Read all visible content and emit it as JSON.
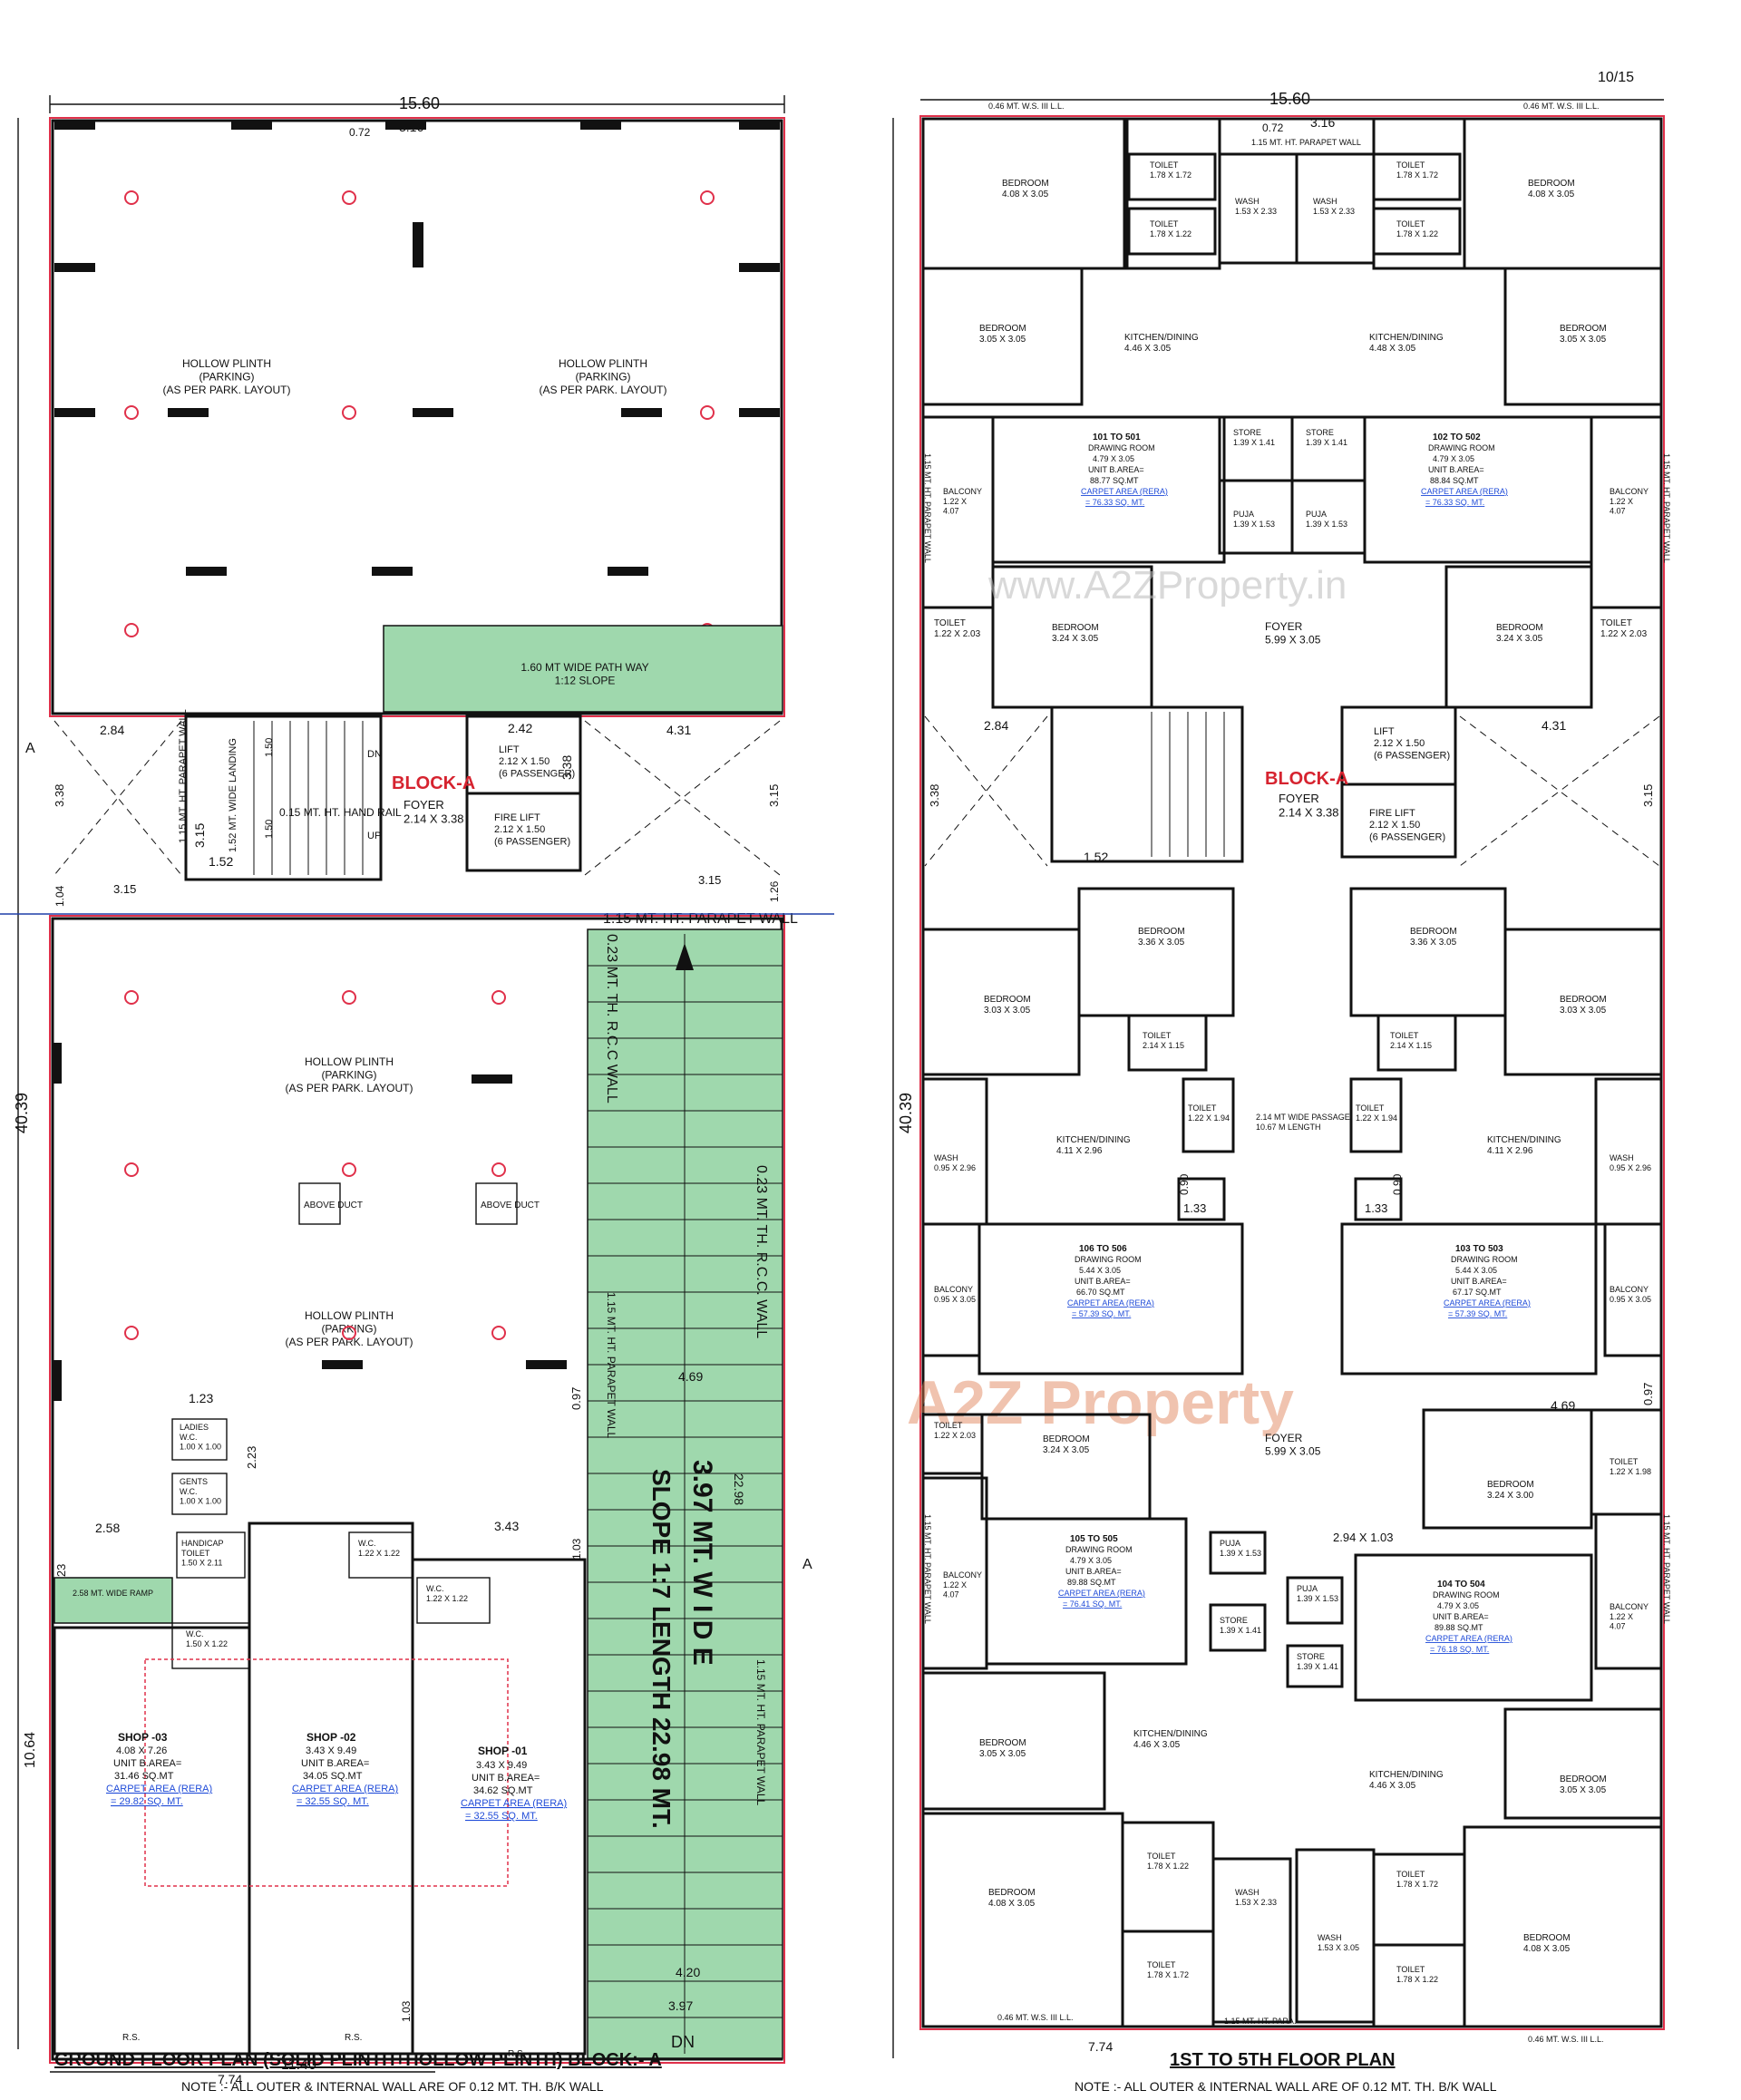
{
  "page_number": "10/15",
  "watermark": {
    "site": "www.A2ZProperty.in",
    "logo": "A2Z Property"
  },
  "left_plan": {
    "title": "GROUND FLOOR PLAN (SOLID PLINTH+HOLLOW PLINTH) BLOCK:- A",
    "note": "NOTE :- ALL OUTER & INTERNAL WALL ARE OF 0.12 MT. TH. B/K WALL",
    "dims": {
      "top_width": "15.60",
      "height": "40.39",
      "bottom_width": "11.40",
      "shop_depth": "10.64",
      "d316": "3.16",
      "d072": "0.72",
      "d284": "2.84",
      "d431": "4.31",
      "d338": "3.38",
      "d315a": "3.15",
      "d315b": "3.15",
      "d315c": "3.15",
      "d315d": "3.15",
      "d152": "1.52",
      "d104": "1.04",
      "d126": "1.26",
      "d242": "2.42",
      "d338b": "3.38",
      "d150a": "1.50",
      "d150b": "1.50",
      "d123": "1.23",
      "d223a": "2.23",
      "d223b": "2.23",
      "d258": "2.58",
      "d343": "3.43",
      "d103a": "1.03",
      "d103b": "1.03",
      "d469": "4.69",
      "d097": "0.97",
      "d2298": "22.98",
      "d420": "4.20",
      "d397": "3.97",
      "d774": "7.74"
    },
    "parking_label": "HOLLOW PLINTH\n(PARKING)\n(AS PER PARK. LAYOUT)",
    "pathway": "1.60 MT WIDE PATH WAY\n1:12 SLOPE",
    "block": "BLOCK-A",
    "foyer": "FOYER\n2.14 X 3.38",
    "lift": "LIFT\n2.12 X 1.50\n(6 PASSENGER)",
    "fire_lift": "FIRE LIFT\n2.12 X 1.50\n(6 PASSENGER)",
    "landing": "1.52 MT. WIDE LANDING",
    "hand_rail": "0.15 MT. HT. HAND RAIL",
    "parapet": "1.15 MT. HT. PARAPET WALL",
    "parapet_short": "1.15 MT. HT. PARAPET WALL",
    "rcc_wall": "0.23 MT. TH. R.C.C WALL",
    "rcc_wall2": "0.23 MT. TH. R.C.C. WALL",
    "above_duct": "ABOVE DUCT",
    "ramp1": "3.97 MT. W I D E",
    "ramp2": "SLOPE 1:7 LENGTH 22.98 MT.",
    "dn": "DN",
    "up": "UP",
    "ladies": "LADIES\nW.C.\n1.00 X 1.00",
    "gents": "GENTS\nW.C.\n1.00 X 1.00",
    "handicap": "HANDICAP\nTOILET\n1.50 X 2.11",
    "wc1": "W.C.\n1.50 X 1.22",
    "wc2": "W.C.\n1.22 X 1.22",
    "wc3": "W.C.\n1.22 X 1.22",
    "ramp_small": "2.58 MT. WIDE RAMP",
    "shops": [
      {
        "name": "SHOP -03",
        "size": "4.08 X 7.26",
        "area_label": "UNIT B.AREA=",
        "area": "31.46 SQ.MT",
        "carpet": "CARPET AREA (RERA)",
        "carpet_val": "= 29.82 SQ. MT."
      },
      {
        "name": "SHOP -02",
        "size": "3.43 X 9.49",
        "area_label": "UNIT B.AREA=",
        "area": "34.05 SQ.MT",
        "carpet": "CARPET AREA (RERA)",
        "carpet_val": "= 32.55 SQ. MT."
      },
      {
        "name": "SHOP -01",
        "size": "3.43 X 9.49",
        "area_label": "UNIT B.AREA=",
        "area": "34.62 SQ.MT",
        "carpet": "CARPET AREA (RERA)",
        "carpet_val": "= 32.55 SQ. MT."
      }
    ],
    "rs": "R.S.",
    "section_mark": "A"
  },
  "right_plan": {
    "title": "1ST TO 5TH FLOOR PLAN",
    "note": "NOTE :- ALL OUTER & INTERNAL WALL ARE OF 0.12 MT. TH. B/K WALL",
    "dims": {
      "top_width": "15.60",
      "height": "40.39",
      "d774": "7.74",
      "d316": "3.16",
      "d072": "0.72",
      "d284": "2.84",
      "d431": "4.31",
      "d338": "3.38",
      "d315": "3.15",
      "d152": "1.52",
      "d469": "4.69",
      "d097": "0.97",
      "d294": "2.94 X 1.03",
      "d133a": "1.33",
      "d133b": "1.33",
      "d090a": "0.90",
      "d090b": "0.90"
    },
    "wsill": "0.46 MT. W.S. III L.L.",
    "parapet_wall": "1.15 MT. HT. PARAPET WALL",
    "parapet_top": "1.15 MT. HT. PARAPET WALL",
    "para": "1.15 MT. HT. PARA.",
    "passage": "2.14 MT WIDE PASSAGE\n10.67 M LENGTH",
    "block": "BLOCK-A",
    "foyer_lift": "FOYER\n2.14 X 3.38",
    "lift": "LIFT\n2.12 X 1.50\n(6 PASSENGER)",
    "fire_lift": "FIRE LIFT\n2.12 X 1.50\n(6 PASSENGER)",
    "foyer_top": "FOYER\n5.99 X 3.05",
    "foyer_bottom": "FOYER\n5.99 X 3.05",
    "rooms": {
      "bed_408": "BEDROOM\n4.08 X 3.05",
      "bed_305": "BEDROOM\n3.05 X 3.05",
      "bed_324": "BEDROOM\n3.24 X 3.05",
      "bed_336": "BEDROOM\n3.36 X 3.05",
      "bed_303": "BEDROOM\n3.03 X 3.05",
      "bed_324b": "BEDROOM\n3.24 X 3.00",
      "toilet_178": "TOILET\n1.78 X 1.72",
      "toilet_178b": "TOILET\n1.78 X 1.22",
      "toilet_122": "TOILET\n1.22 X 2.03",
      "toilet_214": "TOILET\n2.14 X 1.15",
      "toilet_194": "TOILET\n1.22 X 1.94",
      "toilet_198": "TOILET\n1.22 X 1.98",
      "wash_153": "WASH\n1.53 X 2.33",
      "wash_153b": "WASH\n1.53 X 3.05",
      "wash_095": "WASH\n0.95 X 2.96",
      "kitchen_446": "KITCHEN/DINING\n4.46 X 3.05",
      "kitchen_448": "KITCHEN/DINING\n4.48 X 3.05",
      "kitchen_411": "KITCHEN/DINING\n4.11 X 2.96",
      "store": "STORE\n1.39 X 1.41",
      "puja": "PUJA\n1.39 X 1.53",
      "balcony_122": "BALCONY\n1.22 X\n4.07",
      "balcony_095": "BALCONY\n0.95 X 3.05"
    },
    "units": [
      {
        "id": "101 TO 501",
        "room": "DRAWING ROOM",
        "size": "4.79 X 3.05",
        "area_label": "UNIT B.AREA=",
        "area": "88.77 SQ.MT",
        "carpet": "CARPET AREA (RERA)",
        "carpet_val": "= 76.33 SQ. MT."
      },
      {
        "id": "102 TO 502",
        "room": "DRAWING ROOM",
        "size": "4.79 X 3.05",
        "area_label": "UNIT B.AREA=",
        "area": "88.84 SQ.MT",
        "carpet": "CARPET AREA (RERA)",
        "carpet_val": "= 76.33 SQ. MT."
      },
      {
        "id": "106 TO 506",
        "room": "DRAWING ROOM",
        "size": "5.44 X 3.05",
        "area_label": "UNIT B.AREA=",
        "area": "66.70 SQ.MT",
        "carpet": "CARPET AREA (RERA)",
        "carpet_val": "= 57.39 SQ. MT."
      },
      {
        "id": "103 TO 503",
        "room": "DRAWING ROOM",
        "size": "5.44 X 3.05",
        "area_label": "UNIT B.AREA=",
        "area": "67.17 SQ.MT",
        "carpet": "CARPET AREA (RERA)",
        "carpet_val": "= 57.39 SQ. MT."
      },
      {
        "id": "105 TO 505",
        "room": "DRAWING ROOM",
        "size": "4.79 X 3.05",
        "area_label": "UNIT B.AREA=",
        "area": "89.88 SQ.MT",
        "carpet": "CARPET AREA (RERA)",
        "carpet_val": "= 76.41 SQ. MT."
      },
      {
        "id": "104 TO 504",
        "room": "DRAWING ROOM",
        "size": "4.79 X 3.05",
        "area_label": "UNIT B.AREA=",
        "area": "89.88 SQ.MT",
        "carpet": "CARPET AREA (RERA)",
        "carpet_val": "= 76.18 SQ. MT."
      }
    ]
  }
}
